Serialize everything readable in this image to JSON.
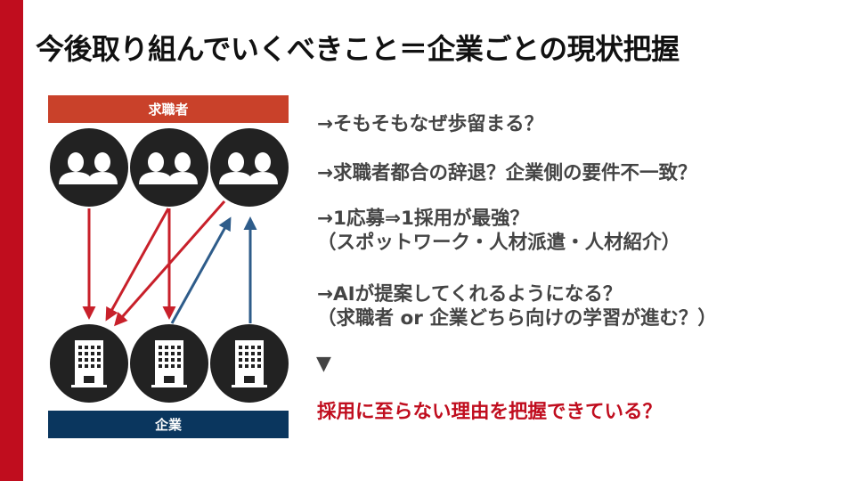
{
  "title": "今後取り組んでいくべきこと＝企業ごとの現状把握",
  "diagram": {
    "top_label": "求職者",
    "bottom_label": "企業",
    "colors": {
      "top_band": "#c9412a",
      "bottom_band": "#0a365e",
      "red_arrow": "#c8202a",
      "blue_arrow": "#2e5c8a",
      "accent": "#c00d1e"
    }
  },
  "questions": [
    {
      "line1": "→そもそもなぜ歩留まる？"
    },
    {
      "line1": "→求職者都合の辞退？企業側の要件不一致？"
    },
    {
      "line1": "→1応募⇒1採用が最強？",
      "line2": "（スポットワーク・人材派遣・人材紹介）"
    },
    {
      "line1": "→AIが提案してくれるようになる？",
      "line2": "（求職者 or 企業どちら向けの学習が進む？）"
    }
  ],
  "down_marker": "▼",
  "conclusion": "採用に至らない理由を把握できている？"
}
